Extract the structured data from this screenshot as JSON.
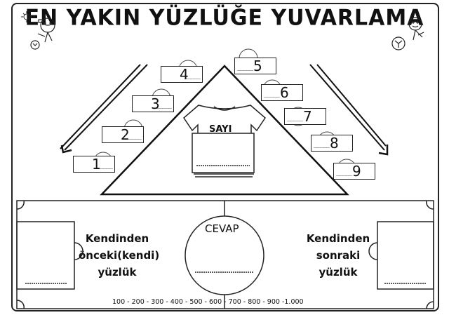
{
  "title": "EN YAKIN YÜZLÜĞE YUVARLAMA",
  "shirt_label": "SAYI",
  "numbers": [
    {
      "n": "1"
    },
    {
      "n": "2"
    },
    {
      "n": "3"
    },
    {
      "n": "4"
    },
    {
      "n": "5"
    },
    {
      "n": "6"
    },
    {
      "n": "7"
    },
    {
      "n": "8"
    },
    {
      "n": "9"
    }
  ],
  "blank_short": "_____",
  "blank_long": "________________",
  "field": {
    "left_label_1": "Kendinden",
    "left_label_2": "önceki(kendi)",
    "left_label_3": "yüzlük",
    "answer_label": "CEVAP",
    "right_label_1": "Kendinden",
    "right_label_2": "sonraki",
    "right_label_3": "yüzlük",
    "scale": "100 - 200 - 300 - 400 - 500 - 600 - 700 - 800 - 900 -1.000"
  }
}
